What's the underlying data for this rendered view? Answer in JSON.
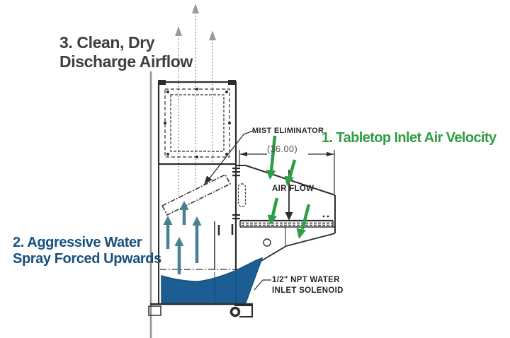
{
  "colors": {
    "green": "#2f9e44",
    "navy": "#17507e",
    "dark_gray": "#3e3e40",
    "water_blue": "#1c5e93",
    "spray_teal": "#47808f",
    "line_black": "#2d2d2d",
    "discharge_gray": "#9a9a9a"
  },
  "annotations": {
    "step1": "1. Tabletop Inlet Air Velocity",
    "step2_line1": "2. Aggressive Water",
    "step2_line2": "Spray Forced Upwards",
    "step3_line1": "3. Clean, Dry",
    "step3_line2": "Discharge Airflow"
  },
  "callouts": {
    "mist_eliminator": "MIST ELIMINATOR",
    "air_flow": "AIR FLOW",
    "tabletop_width_dim": "(36.00)",
    "water_solenoid_line1": "1/2\" NPT WATER",
    "water_solenoid_line2": "INLET SOLENOID"
  }
}
